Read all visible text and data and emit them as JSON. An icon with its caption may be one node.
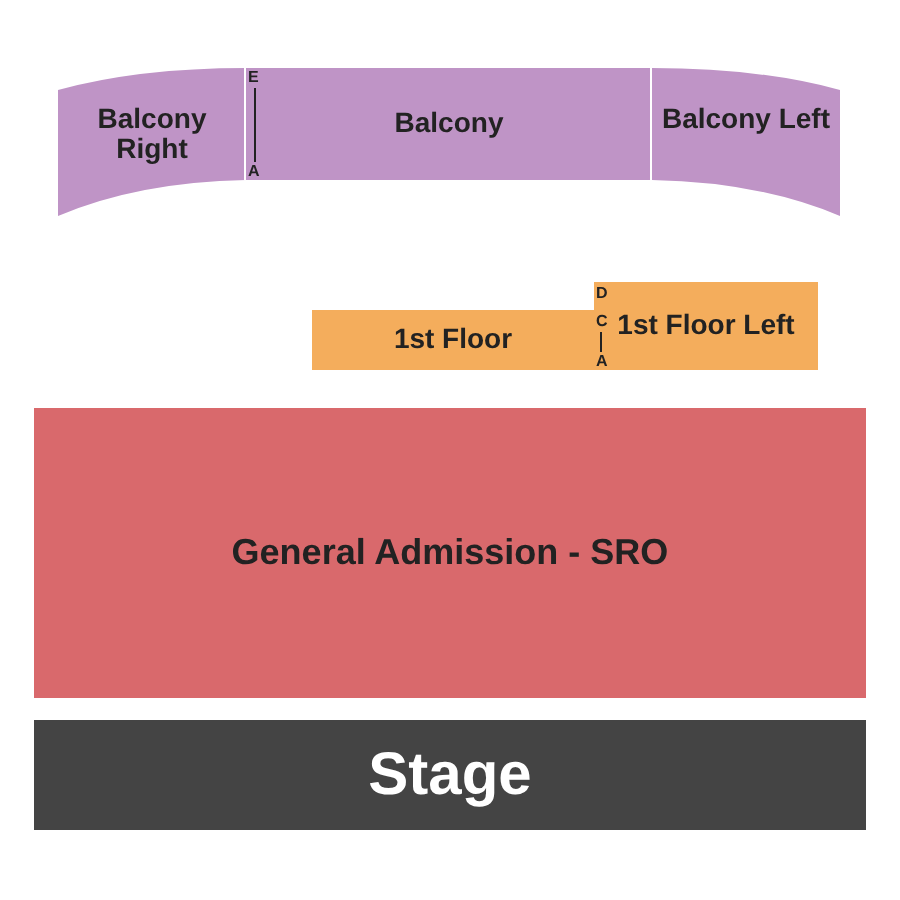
{
  "diagram": {
    "nodes": [
      {
        "text": [
          "Balcony Right"
        ]
      },
      {
        "text": [
          "Balcony"
        ]
      },
      {
        "text": [
          "Balcony Left"
        ]
      },
      {
        "text": [
          "1st Floor"
        ]
      },
      {
        "text": [
          "1st Floor Left"
        ]
      },
      {
        "text": [
          "General Admission - SRO"
        ]
      },
      {
        "text": [
          "Stage"
        ]
      }
    ],
    "labels": [
      "E",
      "A",
      "D",
      "C",
      "A"
    ]
  }
}
